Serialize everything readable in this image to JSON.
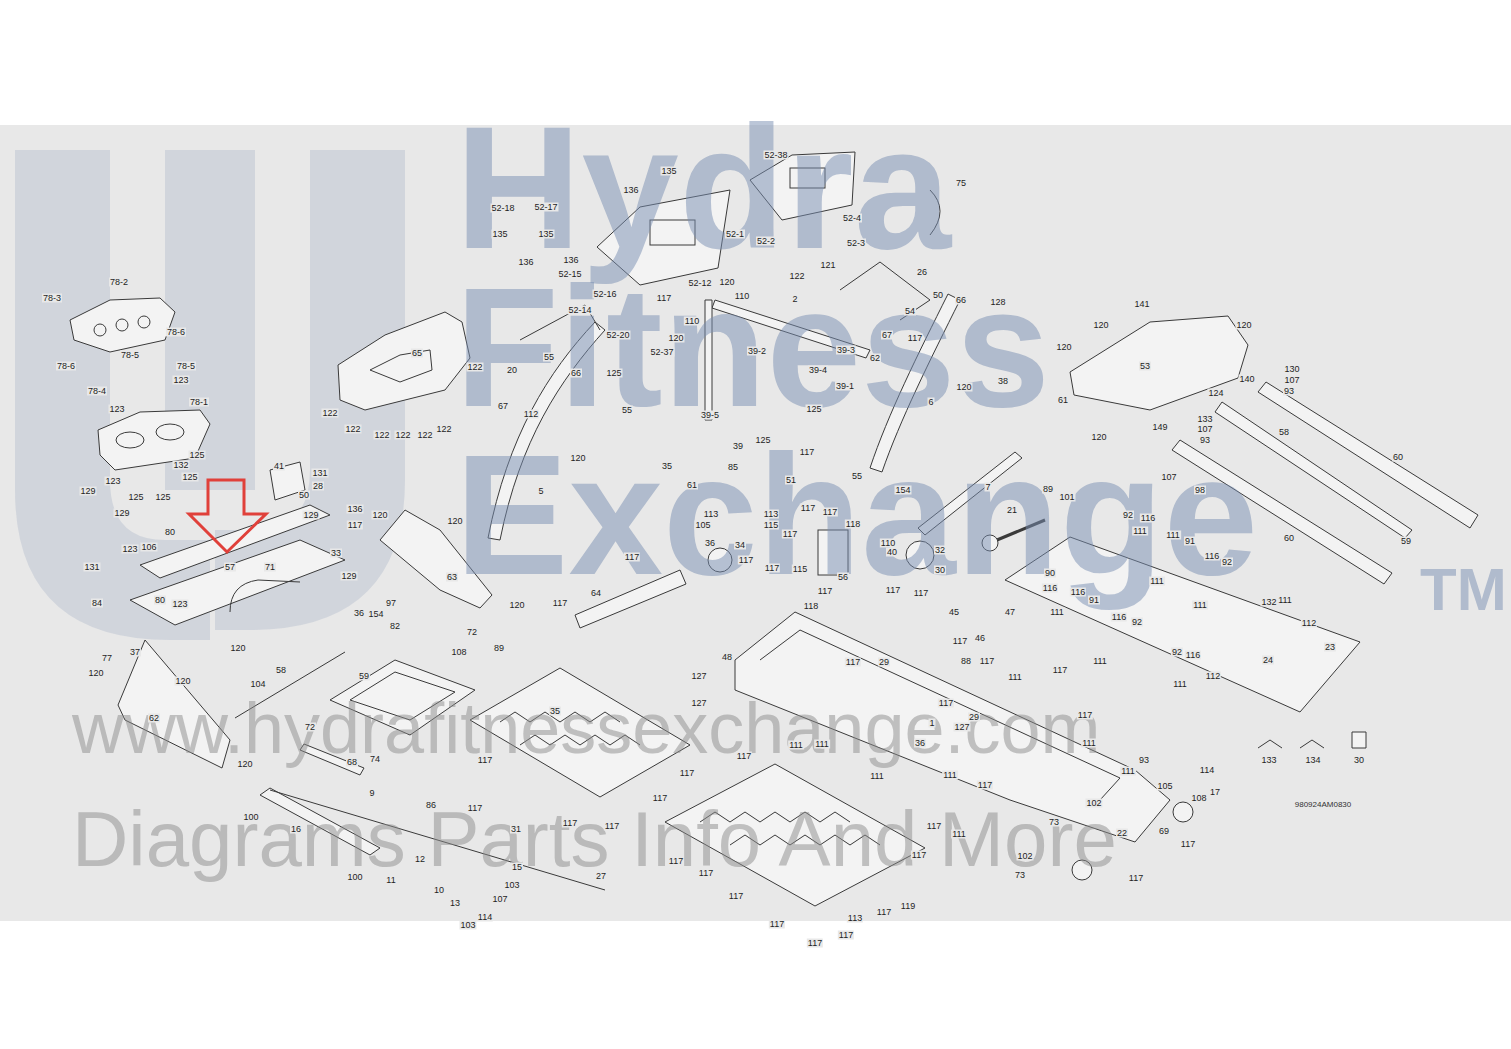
{
  "diagram": {
    "labels": [
      "Hydra",
      "Fitness",
      "Exchange",
      "TM",
      "www.hydrafitnessexchange.com",
      "Diagrams Parts Info And More",
      "980924AM0830",
      "52-18",
      "52-17",
      "135",
      "135",
      "136",
      "136",
      "135",
      "136",
      "52-1",
      "52-38",
      "52-4",
      "52-3",
      "121",
      "52-2",
      "122",
      "75",
      "52-15",
      "52-16",
      "52-14",
      "117",
      "52-12",
      "120",
      "110",
      "2",
      "52-20",
      "52-37",
      "110",
      "120",
      "39-2",
      "39-3",
      "39-4",
      "39-1",
      "125",
      "39-5",
      "39",
      "125",
      "55",
      "20",
      "66",
      "125",
      "67",
      "112",
      "55",
      "120",
      "5",
      "35",
      "61",
      "26",
      "50",
      "54",
      "66",
      "128",
      "67",
      "117",
      "62",
      "120",
      "38",
      "61",
      "6",
      "55",
      "154",
      "110",
      "7",
      "89",
      "101",
      "21",
      "141",
      "120",
      "120",
      "120",
      "53",
      "120",
      "130",
      "107",
      "93",
      "140",
      "124",
      "58",
      "133",
      "107",
      "93",
      "149",
      "107",
      "98",
      "60",
      "59",
      "60",
      "24",
      "23",
      "92",
      "116",
      "111",
      "111",
      "91",
      "116",
      "92",
      "111",
      "111",
      "90",
      "116",
      "111",
      "116",
      "91",
      "116",
      "92",
      "111",
      "132",
      "111",
      "112",
      "92",
      "116",
      "112",
      "111",
      "133",
      "134",
      "30",
      "78-3",
      "78-2",
      "78-6",
      "78-5",
      "78-6",
      "78-5",
      "123",
      "78-4",
      "123",
      "78-1",
      "123",
      "129",
      "125",
      "132",
      "125",
      "125",
      "125",
      "129",
      "65",
      "122",
      "122",
      "122",
      "122",
      "122",
      "122",
      "122",
      "41",
      "131",
      "28",
      "50",
      "129",
      "136",
      "117",
      "120",
      "120",
      "63",
      "120",
      "33",
      "129",
      "97",
      "36",
      "154",
      "82",
      "72",
      "89",
      "108",
      "131",
      "123",
      "106",
      "80",
      "84",
      "80",
      "123",
      "77",
      "37",
      "120",
      "120",
      "62",
      "120",
      "57",
      "71",
      "120",
      "104",
      "58",
      "59",
      "72",
      "74",
      "68",
      "100",
      "16",
      "9",
      "86",
      "100",
      "11",
      "12",
      "10",
      "31",
      "27",
      "15",
      "13",
      "103",
      "107",
      "114",
      "103",
      "64",
      "117",
      "117",
      "35",
      "117",
      "117",
      "117",
      "117",
      "117",
      "117",
      "85",
      "113",
      "105",
      "113",
      "115",
      "36",
      "34",
      "117",
      "117",
      "115",
      "117",
      "51",
      "117",
      "117",
      "117",
      "118",
      "56",
      "117",
      "118",
      "40",
      "32",
      "30",
      "117",
      "117",
      "45",
      "46",
      "47",
      "117",
      "88",
      "117",
      "29",
      "117",
      "127",
      "127",
      "48",
      "1",
      "29",
      "127",
      "117",
      "36",
      "111",
      "111",
      "117",
      "111",
      "111",
      "117",
      "117",
      "117",
      "117",
      "117",
      "117",
      "113",
      "117",
      "119",
      "117",
      "117",
      "111",
      "22",
      "73",
      "102",
      "73",
      "102",
      "117",
      "117",
      "69",
      "17",
      "108",
      "105",
      "111",
      "93",
      "114",
      "117",
      "117",
      "117",
      "111",
      "111"
    ]
  }
}
